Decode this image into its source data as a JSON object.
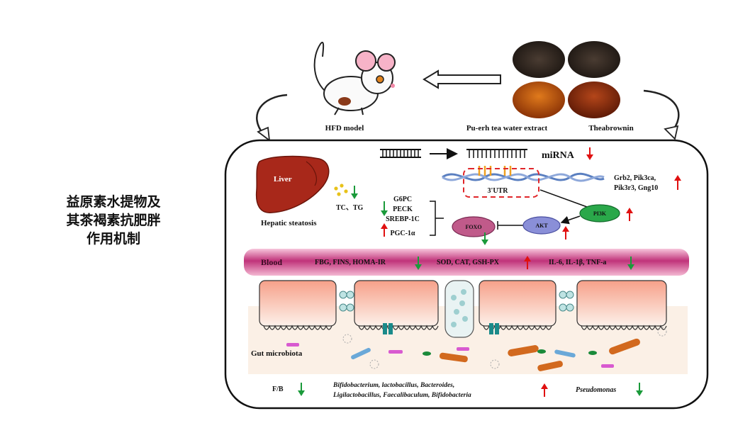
{
  "side_title": [
    "益原素水提物及",
    "其茶褐素抗肥胖",
    "作用机制"
  ],
  "top": {
    "model_label": "HFD model",
    "extract_label": "Pu-erh tea water extract",
    "theabrownin_label": "Theabrownin"
  },
  "liver": {
    "label": "Liver",
    "lipids": "TC、TG",
    "condition": "Hepatic steatosis"
  },
  "mirna": {
    "label": "miRNA",
    "utr": "3'UTR",
    "targets_line1": "Grb2, Pik3ca,",
    "targets_line2": "Pik3r3, Gng10"
  },
  "genes": {
    "down": [
      "G6PC",
      "PECK",
      "SREBP-1C"
    ],
    "up": "PGC-1α"
  },
  "pathway": {
    "foxo": "FOXO",
    "akt": "AKT",
    "pi3k": "PI3K"
  },
  "blood": {
    "label": "Blood",
    "group1": "FBG, FINS, HOMA-IR",
    "group2": "SOD, CAT, GSH-PX",
    "group3": "IL-6, IL-1β, TNF-a"
  },
  "gut": {
    "label": "Gut microbiota",
    "fb_label": "F/B",
    "up_taxa_line1": "Bifidobacterium, lactobacillus, Bacteroides,",
    "up_taxa_line2": "Ligilactobacillus, Faecalibaculum, Bifidobacteria",
    "down_taxa": "Pseudomonas"
  },
  "colors": {
    "up_arrow": "#e01010",
    "down_arrow": "#1a9a3a",
    "blood_band": "#c0337a",
    "foxo": "#c05a8a",
    "akt": "#8a8fd8",
    "pi3k": "#2aa84a",
    "utr_dash": "#e0262a",
    "helix": "#5a7fc0"
  },
  "icons": [
    "mouse-icon",
    "tea-bowl-icon",
    "liver-icon",
    "villi-icon",
    "bacteria-icon"
  ]
}
